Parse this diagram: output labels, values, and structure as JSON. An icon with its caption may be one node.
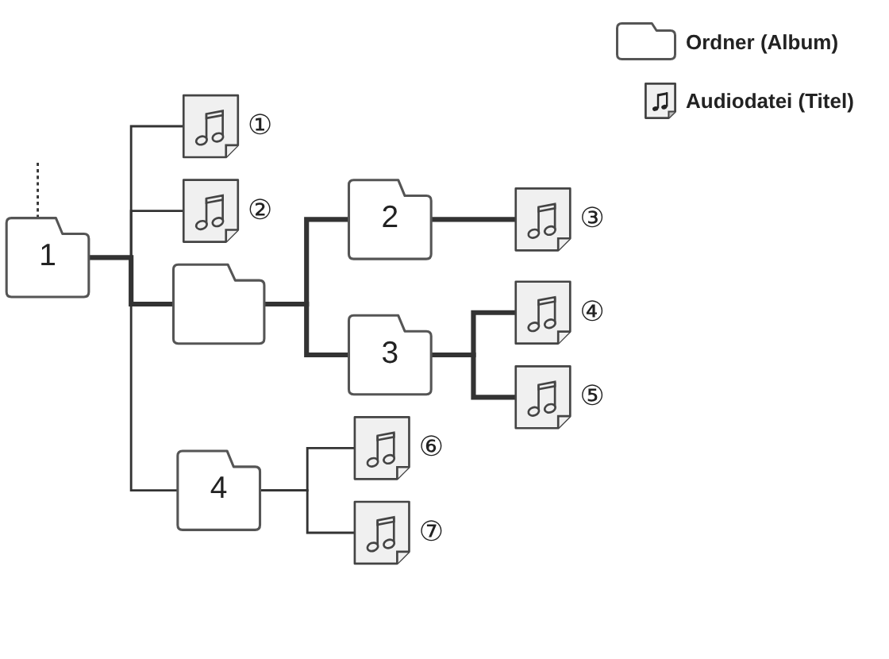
{
  "diagram": {
    "nodes": [
      {
        "text": [
          "1"
        ]
      },
      {
        "text": [],
        "shape": "picture",
        "beside": [
          "①"
        ]
      },
      {
        "text": [],
        "shape": "picture",
        "beside": [
          "②"
        ]
      },
      {
        "text": [],
        "shape": "folder"
      },
      {
        "text": [
          "2"
        ]
      },
      {
        "text": [],
        "shape": "picture",
        "beside": [
          "③"
        ]
      },
      {
        "text": [
          "3"
        ]
      },
      {
        "text": [],
        "shape": "picture",
        "beside": [
          "④"
        ]
      },
      {
        "text": [],
        "shape": "picture",
        "beside": [
          "⑤"
        ]
      },
      {
        "text": [
          "4"
        ]
      },
      {
        "text": [],
        "shape": "picture",
        "beside": [
          "⑥"
        ]
      },
      {
        "text": [],
        "shape": "picture",
        "beside": [
          "⑦"
        ]
      }
    ],
    "edges": [
      {
        "from": null,
        "to": 0,
        "arrow": "none",
        "style": "dashed"
      },
      {
        "from": 0,
        "to": 1,
        "arrow": "none"
      },
      {
        "from": 0,
        "to": 2,
        "arrow": "none"
      },
      {
        "from": 0,
        "to": 3,
        "arrow": "none",
        "style": "thick"
      },
      {
        "from": 3,
        "to": 4,
        "arrow": "none",
        "style": "thick"
      },
      {
        "from": 4,
        "to": 5,
        "arrow": "none",
        "style": "thick"
      },
      {
        "from": 3,
        "to": 6,
        "arrow": "none",
        "style": "thick"
      },
      {
        "from": 6,
        "to": 7,
        "arrow": "none",
        "style": "thick"
      },
      {
        "from": 6,
        "to": 8,
        "arrow": "none",
        "style": "thick"
      },
      {
        "from": 0,
        "to": 9,
        "arrow": "none"
      },
      {
        "from": 9,
        "to": 10,
        "arrow": "none"
      },
      {
        "from": 9,
        "to": 11,
        "arrow": "none"
      }
    ],
    "legend": [
      {
        "text": "Ordner (Album)"
      },
      {
        "text": "Audiodatei (Titel)"
      }
    ]
  }
}
